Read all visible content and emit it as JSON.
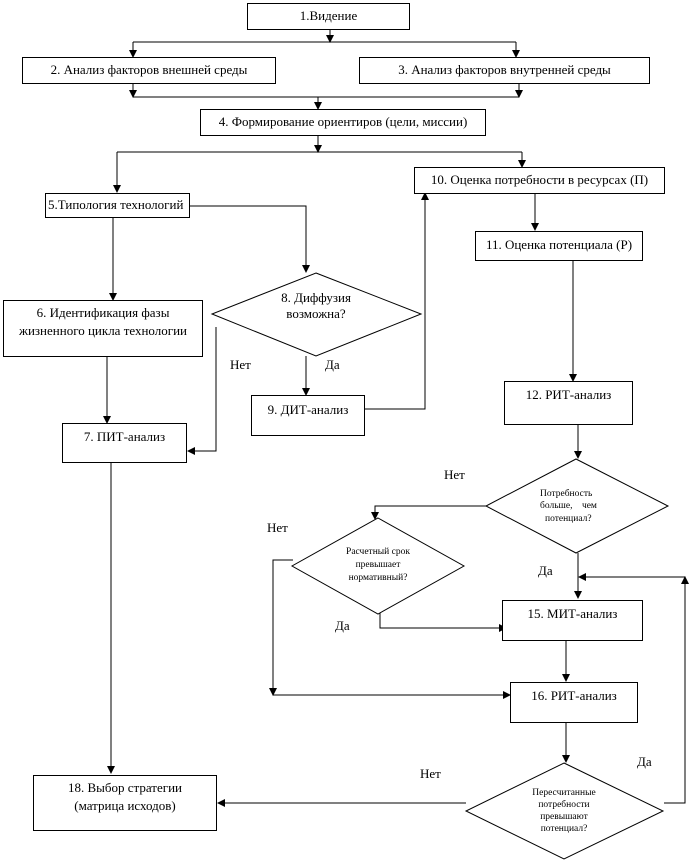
{
  "nodes": {
    "n1": "1.Видение",
    "n2": "2. Анализ факторов внешней среды",
    "n3": "3. Анализ факторов внутренней среды",
    "n4": "4. Формирование ориентиров (цели, миссии)",
    "n5": "5.Типология технологий",
    "n6_line1": "6. Идентификация фазы",
    "n6_line2": "жизненного цикла технологии",
    "n7": "7. ПИТ-анализ",
    "n8_line1": "8. Диффузия",
    "n8_line2": "возможна?",
    "n9": "9. ДИТ-анализ",
    "n10": "10. Оценка потребности в ресурсах (П)",
    "n11": "11. Оценка потенциала (Р)",
    "n12": "12. РИТ-анализ",
    "d13_line1": "Потребность",
    "d13_line2": "больше,    чем",
    "d13_line3": "потенциал?",
    "d14_line1": "Расчетный срок",
    "d14_line2": "превышает",
    "d14_line3": "нормативный?",
    "n15": "15. МИТ-анализ",
    "n16": "16. РИТ-анализ",
    "d17_line1": "Пересчитанные",
    "d17_line2": "потребности",
    "d17_line3": "превышают",
    "d17_line4": "потенциал?",
    "n18_line1": "18. Выбор стратегии",
    "n18_line2": "(матрица исходов)"
  },
  "labels": {
    "net_8": "Нет",
    "da_8": "Да",
    "net_13": "Нет",
    "da_13": "Да",
    "net_14": "Нет",
    "da_14": "Да",
    "net_17": "Нет",
    "da_17": "Да"
  }
}
